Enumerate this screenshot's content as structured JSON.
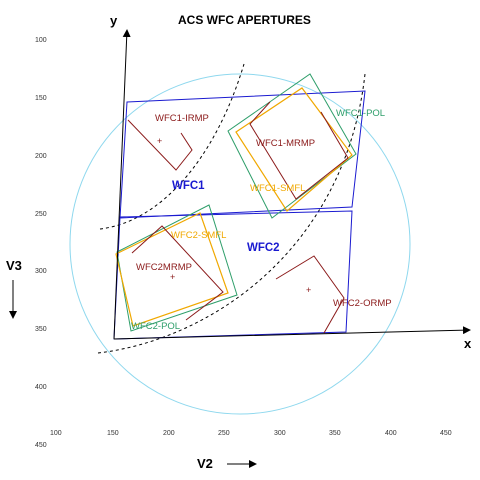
{
  "title": "ACS WFC APERTURES",
  "axes": {
    "x_letter": "x",
    "y_letter": "y",
    "v2_label": "V2",
    "v3_label": "V3",
    "v2_ticks": [
      "100",
      "150",
      "200",
      "250",
      "300",
      "350",
      "400",
      "450"
    ],
    "v3_ticks": [
      "100",
      "150",
      "200",
      "250",
      "300",
      "350",
      "400",
      "450"
    ]
  },
  "chips": {
    "wfc1": "WFC1",
    "wfc2": "WFC2"
  },
  "apertures": {
    "wfc1_irmp": "WFC1-IRMP",
    "wfc1_mrmp": "WFC1-MRMP",
    "wfc1_pol": "WFC1-POL",
    "wfc1_smfl": "WFC1-SMFL",
    "wfc2_smfl": "WFC2-SMFL",
    "wfc2_mrmp": "WFC2MRMP",
    "wfc2_pol": "WFC2-POL",
    "wfc2_ormp": "WFC2-ORMP"
  },
  "colors": {
    "chip": "#1a1ad0",
    "ramp": "#8b1a1a",
    "pol": "#2e9e6a",
    "smfl": "#f0a800",
    "circle": "#8fd8ee",
    "axis": "#000000",
    "dashed": "#000000"
  }
}
